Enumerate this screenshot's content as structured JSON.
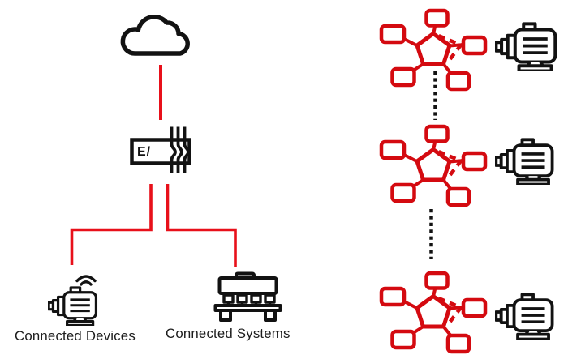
{
  "edge_gateway": {
    "label": "E/"
  },
  "devices": {
    "label": "Connected Devices"
  },
  "systems": {
    "label": "Connected Systems"
  },
  "right_column": {
    "cluster_count": 3
  },
  "icons": {
    "cloud": "cloud-icon",
    "edge_gateway": "edge-gateway-icon",
    "connected_devices": "motor-with-wifi-icon",
    "connected_systems": "machine-bench-icon",
    "cluster": "ring-network-cluster-icon",
    "motor": "motor-icon",
    "ellipsis": "dotted-continuation-line"
  },
  "colors": {
    "red": "#d40a10",
    "red2": "#e8101a",
    "ink": "#121212",
    "text": "#1c1c1c",
    "bg": "#ffffff"
  }
}
